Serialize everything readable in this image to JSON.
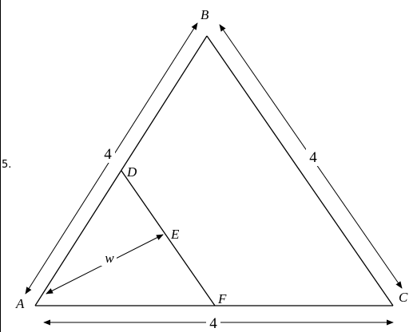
{
  "problem_number": "5.",
  "vertices": {
    "A": "A",
    "B": "B",
    "C": "C",
    "D": "D",
    "E": "E",
    "F": "F"
  },
  "measurements": {
    "AB": "4",
    "BC": "4",
    "AC": "4",
    "w": "w"
  },
  "colors": {
    "stroke": "#000000",
    "background": "#ffffff"
  }
}
